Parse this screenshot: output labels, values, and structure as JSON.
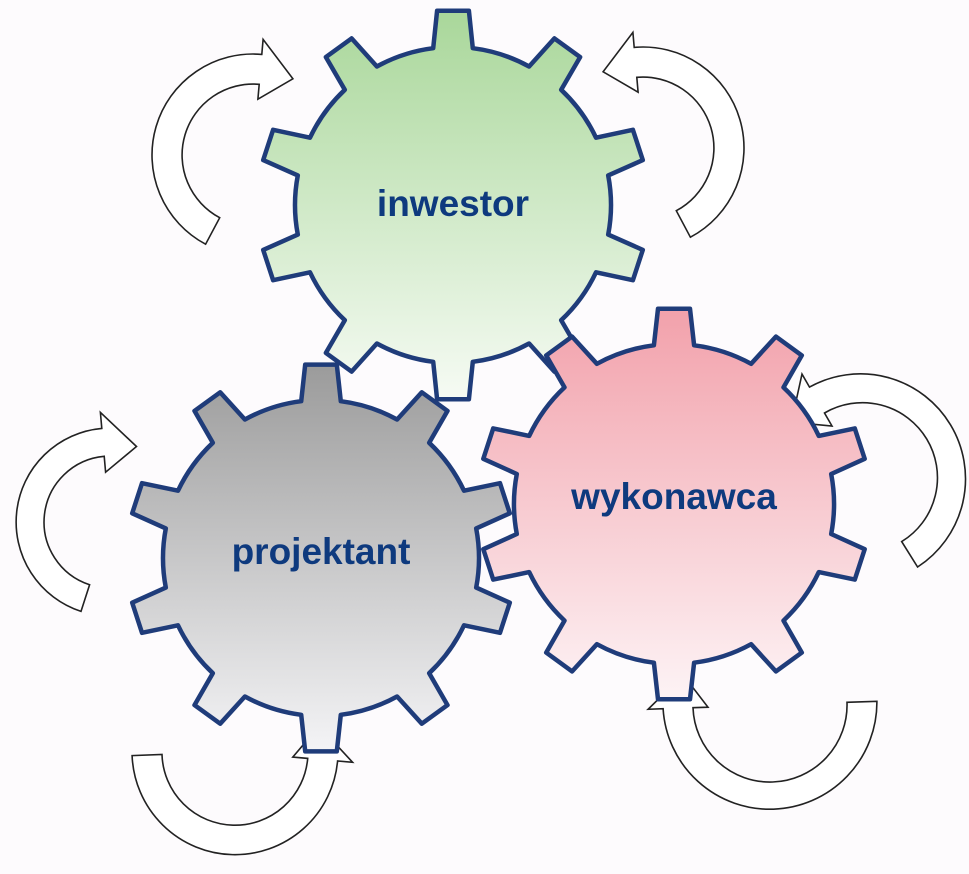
{
  "diagram": {
    "gears": [
      {
        "id": "inwestor",
        "label": "inwestor",
        "fill_top": "#a9d79a",
        "fill_bottom": "#f6fbf4"
      },
      {
        "id": "projektant",
        "label": "projektant",
        "fill_top": "#9b9b9b",
        "fill_bottom": "#f4f4f6"
      },
      {
        "id": "wykonawca",
        "label": "wykonawca",
        "fill_top": "#f2a1ab",
        "fill_bottom": "#fdf3f5"
      }
    ],
    "colors": {
      "outline": "#1f3c7a",
      "label": "#0e3a7e",
      "arrow_stroke": "#222222",
      "arrow_fill": "#ffffff",
      "background": "#fdfbfd"
    },
    "arrow_icon": "curved-arrow-icon",
    "gear_icon": "gear-icon"
  }
}
